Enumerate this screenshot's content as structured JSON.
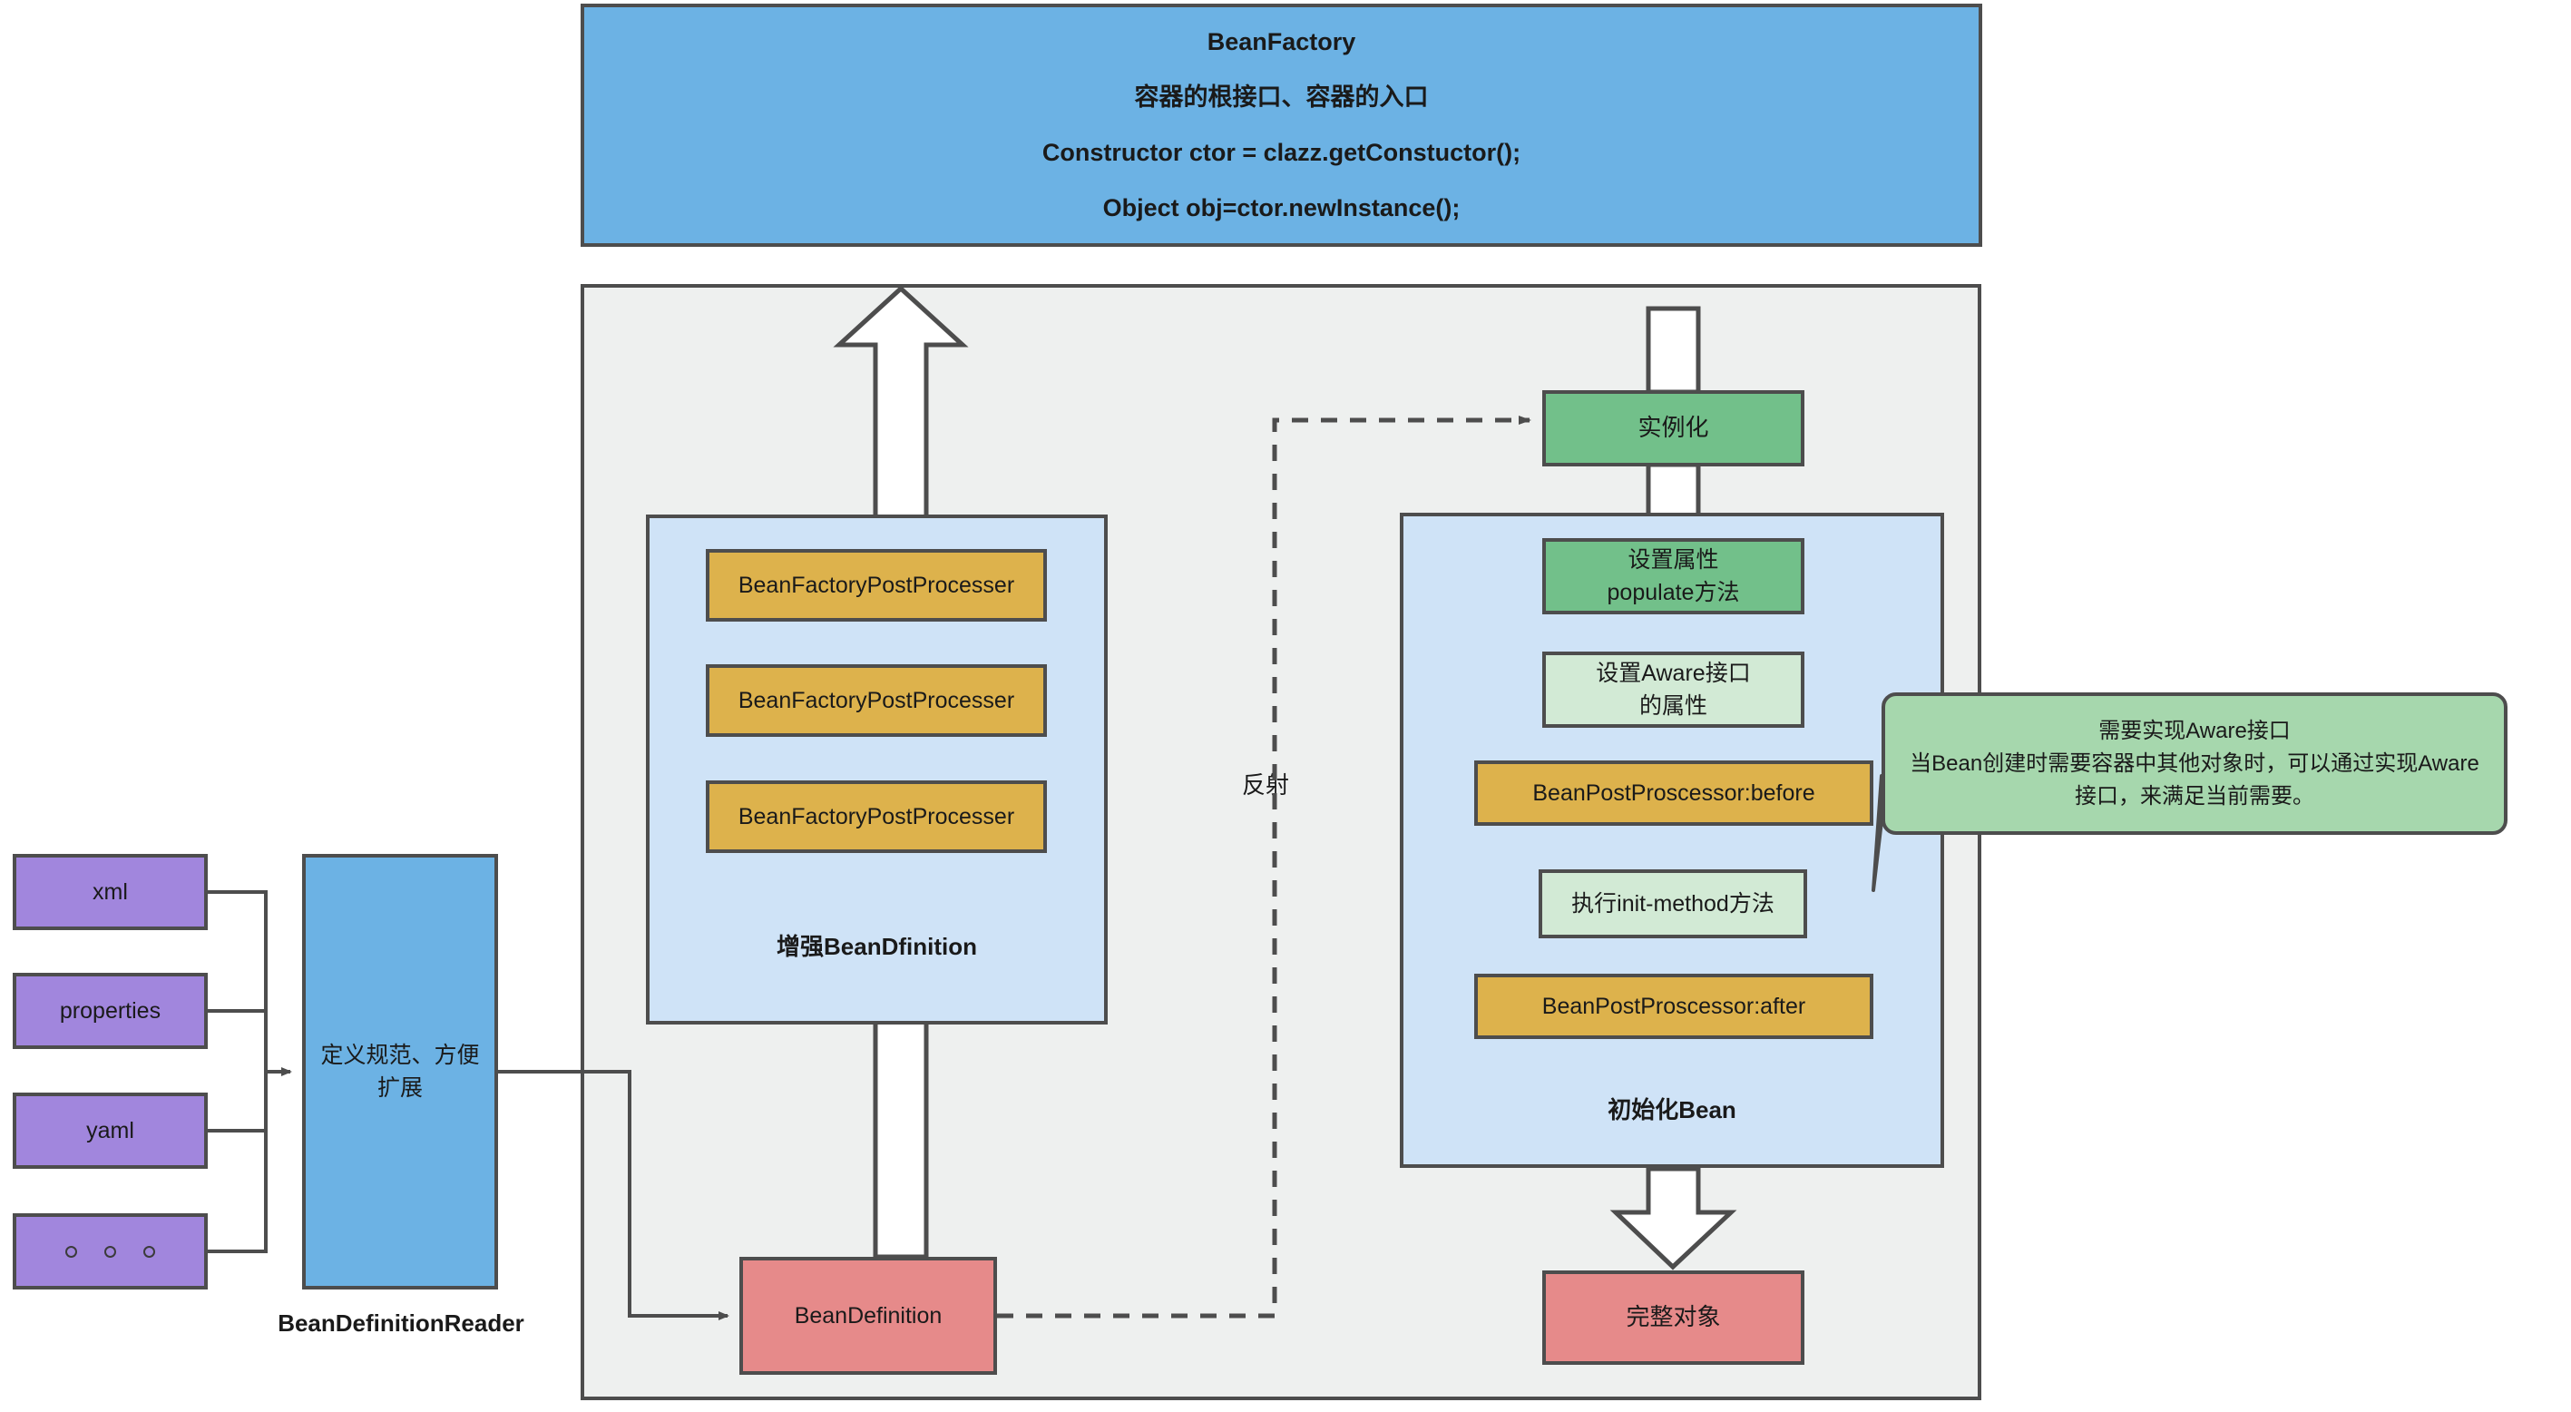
{
  "header": {
    "title": "BeanFactory",
    "subtitle": "容器的根接口、容器的入口",
    "code_line_1": "Constructor ctor = clazz.getConstuctor();",
    "code_line_2": "Object obj=ctor.newInstance();"
  },
  "sources": {
    "items": [
      {
        "label": "xml"
      },
      {
        "label": "properties"
      },
      {
        "label": "yaml"
      },
      {
        "label": "..."
      }
    ]
  },
  "reader": {
    "body": "定义规范、方便\n扩展",
    "caption": "BeanDefinitionReader"
  },
  "enhance": {
    "caption": "增强BeanDfinition",
    "processors": [
      {
        "label": "BeanFactoryPostProcesser"
      },
      {
        "label": "BeanFactoryPostProcesser"
      },
      {
        "label": "BeanFactoryPostProcesser"
      }
    ]
  },
  "bean_definition": {
    "label": "BeanDefinition"
  },
  "reflection": {
    "label": "反射"
  },
  "lifecycle": {
    "instantiate": "实例化",
    "caption": "初始化Bean",
    "steps": [
      {
        "label": "设置属性\npopulate方法",
        "color": "green"
      },
      {
        "label": "设置Aware接口\n的属性",
        "color": "light-green"
      },
      {
        "label": "BeanPostProscessor:before",
        "color": "orange"
      },
      {
        "label": "执行init-method方法",
        "color": "light-green"
      },
      {
        "label": "BeanPostProscessor:after",
        "color": "orange"
      }
    ]
  },
  "full_object": {
    "label": "完整对象"
  },
  "callout": {
    "line_1": "需要实现Aware接口",
    "line_2": "当Bean创建时需要容器中其他对象时，可以通过实现Aware",
    "line_3": "接口，来满足当前需要。"
  },
  "colors": {
    "header_blue": "#6cb2e4",
    "panel_light_blue": "#cfe3f7",
    "container_gray": "#eef0ef",
    "source_purple": "#a186dd",
    "processor_orange": "#ddb24c",
    "step_green": "#72c08a",
    "step_light_green": "#d2ead5",
    "terminal_red": "#e68a8a",
    "callout_green": "#a6d7ad",
    "stroke": "#4d4d4d"
  }
}
